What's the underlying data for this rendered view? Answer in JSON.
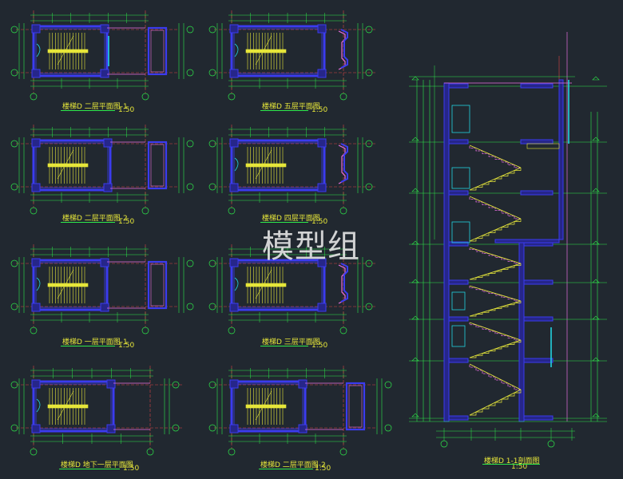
{
  "watermark": "模型组",
  "colors": {
    "background": "#212830",
    "wall": "#3b3bf0",
    "wall_fill": "#26268a",
    "dim": "#2ee84a",
    "stair": "#e6e63a",
    "axis": "#d94444",
    "accent": "#22d3e0",
    "pink": "#e86fe0",
    "text": "#e6e63a"
  },
  "drawings": [
    {
      "id": "p2-1",
      "title": "楼梯D 二层平面图-1",
      "scale": "1:50"
    },
    {
      "id": "p5",
      "title": "楼梯D 五层平面图",
      "scale": "1:50"
    },
    {
      "id": "p2-2",
      "title": "楼梯D 二层平面图-2",
      "scale": "1:50"
    },
    {
      "id": "p4",
      "title": "楼梯D 四层平面图",
      "scale": "1:50"
    },
    {
      "id": "p1-1",
      "title": "楼梯D 一层平面图-1",
      "scale": "1:50"
    },
    {
      "id": "p3",
      "title": "楼梯D 三层平面图",
      "scale": "1:50"
    },
    {
      "id": "pb1",
      "title": "楼梯D 地下一层平面图",
      "scale": "1:50"
    },
    {
      "id": "p2-3",
      "title": "楼梯D 二层平面图-2",
      "scale": "1:50"
    },
    {
      "id": "sec",
      "title": "楼梯D 1-1剖面图",
      "scale": "1:50"
    }
  ]
}
